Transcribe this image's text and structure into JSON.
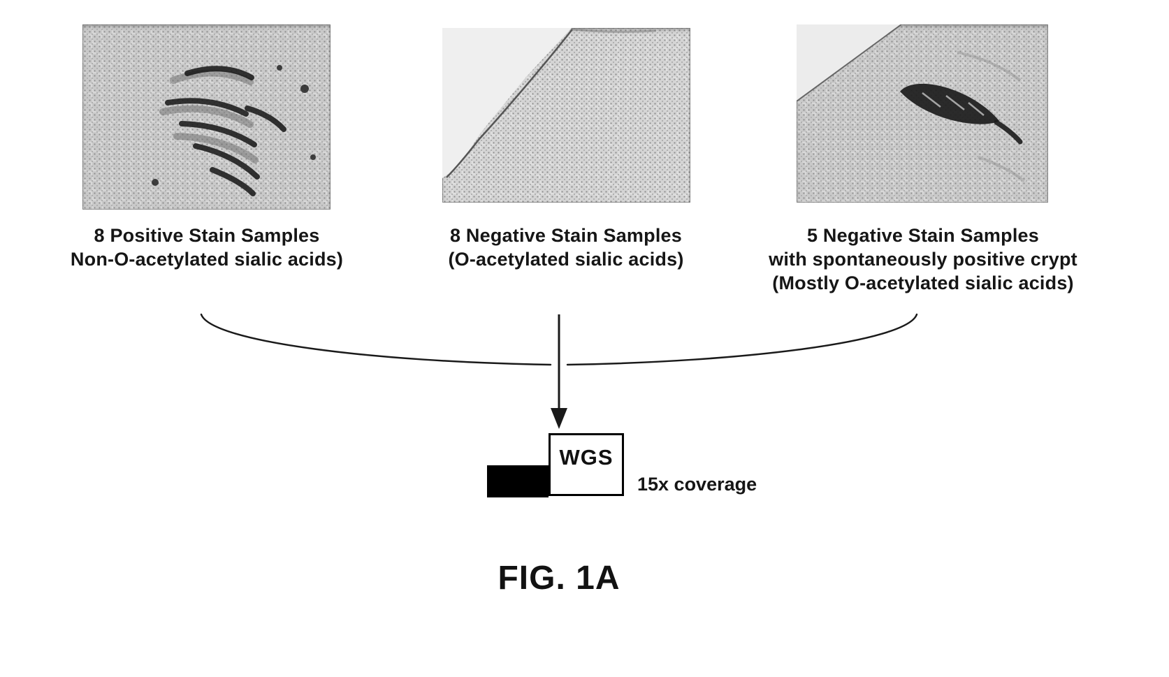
{
  "figure": {
    "caption": "FIG. 1A",
    "panels": [
      {
        "label_lines": [
          "8 Positive Stain Samples",
          "Non-O-acetylated sialic acids)"
        ]
      },
      {
        "label_lines": [
          "8 Negative Stain Samples",
          "(O-acetylated sialic acids)"
        ]
      },
      {
        "label_lines": [
          "5 Negative Stain Samples",
          "with spontaneously positive crypt",
          "(Mostly O-acetylated sialic acids)"
        ]
      }
    ],
    "wgs": {
      "box_label": "WGS",
      "coverage_label": "15x coverage"
    }
  }
}
